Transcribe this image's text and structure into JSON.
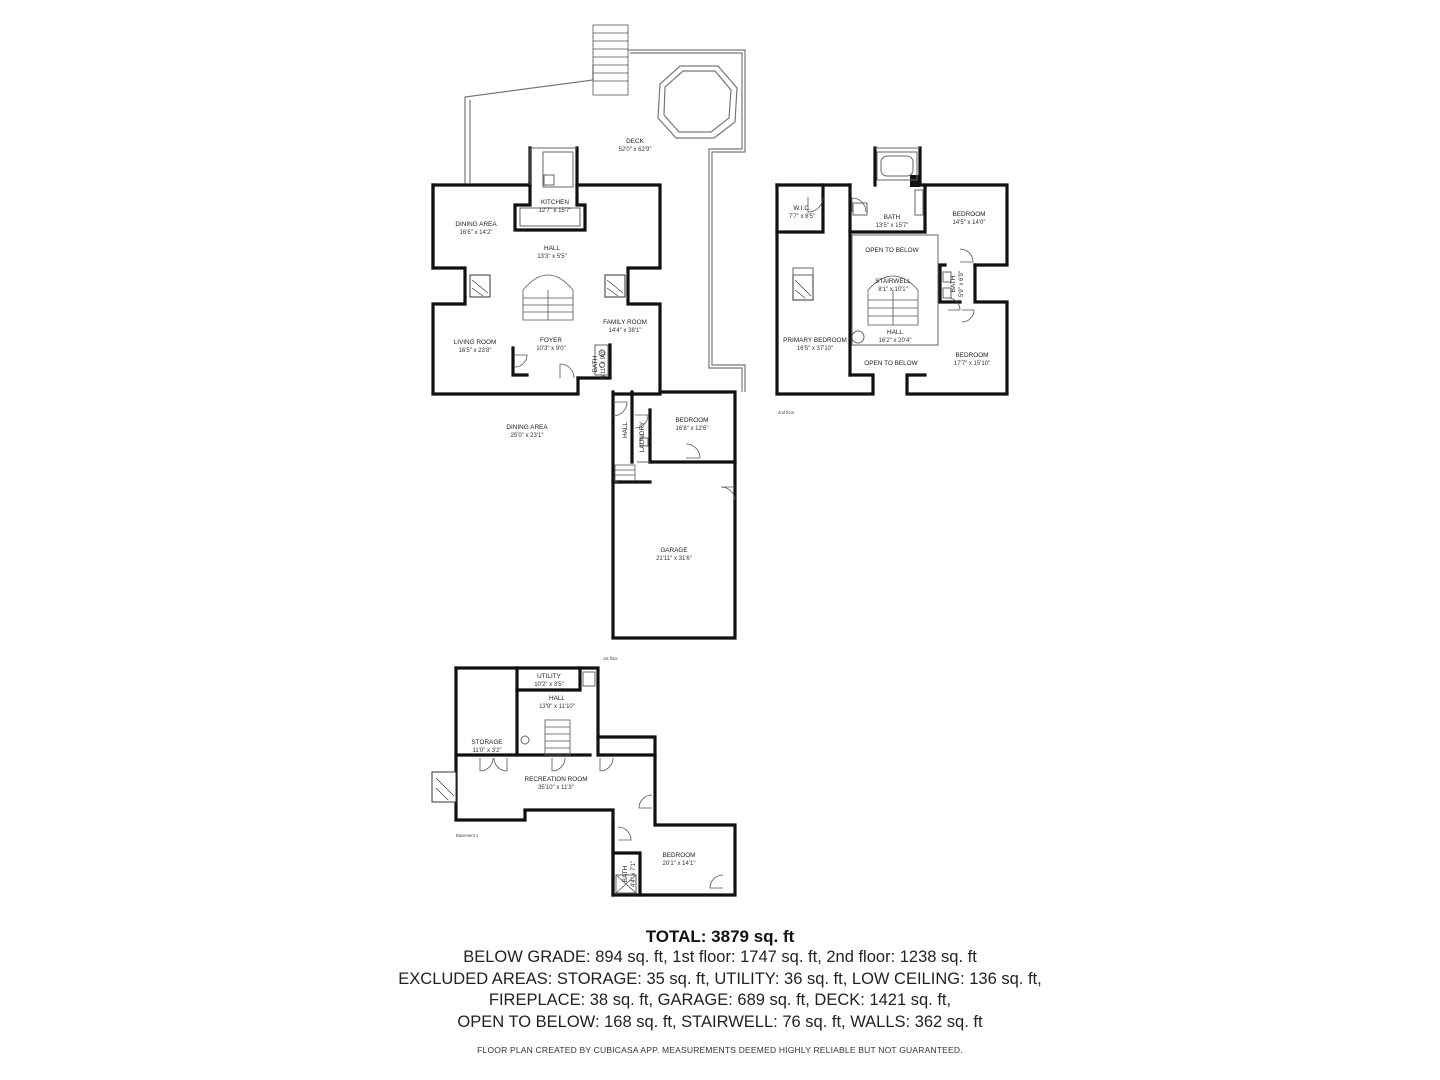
{
  "floors": {
    "first": {
      "label": "1st floor"
    },
    "second": {
      "label": "2nd floor"
    },
    "basement": {
      "label": "Basement 1"
    }
  },
  "rooms": {
    "deck": {
      "name": "DECK",
      "dims": "52'0\" x 62'9\""
    },
    "kitchen": {
      "name": "KITCHEN",
      "dims": "12'7\" x 15'7\""
    },
    "dining_area_1": {
      "name": "DINING AREA",
      "dims": "16'6\" x 14'2\""
    },
    "hall_1": {
      "name": "HALL",
      "dims": "13'3\" x 5'5\""
    },
    "family_room": {
      "name": "FAMILY ROOM",
      "dims": "14'4\" x 38'1\""
    },
    "living_room": {
      "name": "LIVING ROOM",
      "dims": "16'5\" x 23'8\""
    },
    "foyer": {
      "name": "FOYER",
      "dims": "10'3\" x 9'0\""
    },
    "bath_1": {
      "name": "BATH",
      "dims": "5'11\" x 9'0\""
    },
    "dining_area_2": {
      "name": "DINING AREA",
      "dims": "25'0\" x 23'1\""
    },
    "hall_small": {
      "name": "HALL"
    },
    "laundry": {
      "name": "LAUNDRY"
    },
    "bedroom_1": {
      "name": "BEDROOM",
      "dims": "16'8\" x 12'6\""
    },
    "garage": {
      "name": "GARAGE",
      "dims": "21'11\" x 31'6\""
    },
    "wic": {
      "name": "W.I.C.",
      "dims": "7'7\" x 8'5\""
    },
    "bath_2": {
      "name": "BATH",
      "dims": "13'5\" x 15'7\""
    },
    "bedroom_2": {
      "name": "BEDROOM",
      "dims": "14'5\" x 14'0\""
    },
    "open_to_below_1": {
      "name": "OPEN TO BELOW"
    },
    "stairwell": {
      "name": "STAIRWELL",
      "dims": "8'1\" x 10'1\""
    },
    "bath_3": {
      "name": "BATH",
      "dims": "5'9\" x 6'9\""
    },
    "primary_bedroom": {
      "name": "PRIMARY BEDROOM",
      "dims": "16'5\" x 37'10\""
    },
    "hall_2": {
      "name": "HALL",
      "dims": "16'2\" x 20'4\""
    },
    "open_to_below_2": {
      "name": "OPEN TO BELOW"
    },
    "bedroom_3": {
      "name": "BEDROOM",
      "dims": "17'7\" x 15'10\""
    },
    "utility": {
      "name": "UTILITY",
      "dims": "10'2\" x 3'5\""
    },
    "hall_3": {
      "name": "HALL",
      "dims": "13'9\" x 11'10\""
    },
    "storage": {
      "name": "STORAGE",
      "dims": "11'0\" x 3'2\""
    },
    "recreation_room": {
      "name": "RECREATION ROOM",
      "dims": "35'10\" x 11'3\""
    },
    "bedroom_4": {
      "name": "BEDROOM",
      "dims": "20'1\" x 14'1\""
    },
    "bath_4": {
      "name": "BATH",
      "dims": "4'4\" x 7'1\""
    }
  },
  "summary": {
    "total": "TOTAL: 3879 sq. ft",
    "line1": "BELOW GRADE: 894 sq. ft, 1st floor: 1747 sq. ft, 2nd floor: 1238 sq. ft",
    "line2": "EXCLUDED AREAS: STORAGE: 35 sq. ft, UTILITY: 36 sq. ft, LOW CEILING: 136 sq. ft,",
    "line3": "FIREPLACE: 38 sq. ft, GARAGE: 689 sq. ft, DECK: 1421 sq. ft,",
    "line4": "OPEN TO BELOW: 168 sq. ft, STAIRWELL: 76 sq. ft, WALLS: 362 sq. ft"
  },
  "footer": "FLOOR PLAN CREATED BY CUBICASA APP. MEASUREMENTS DEEMED HIGHLY RELIABLE BUT NOT GUARANTEED."
}
